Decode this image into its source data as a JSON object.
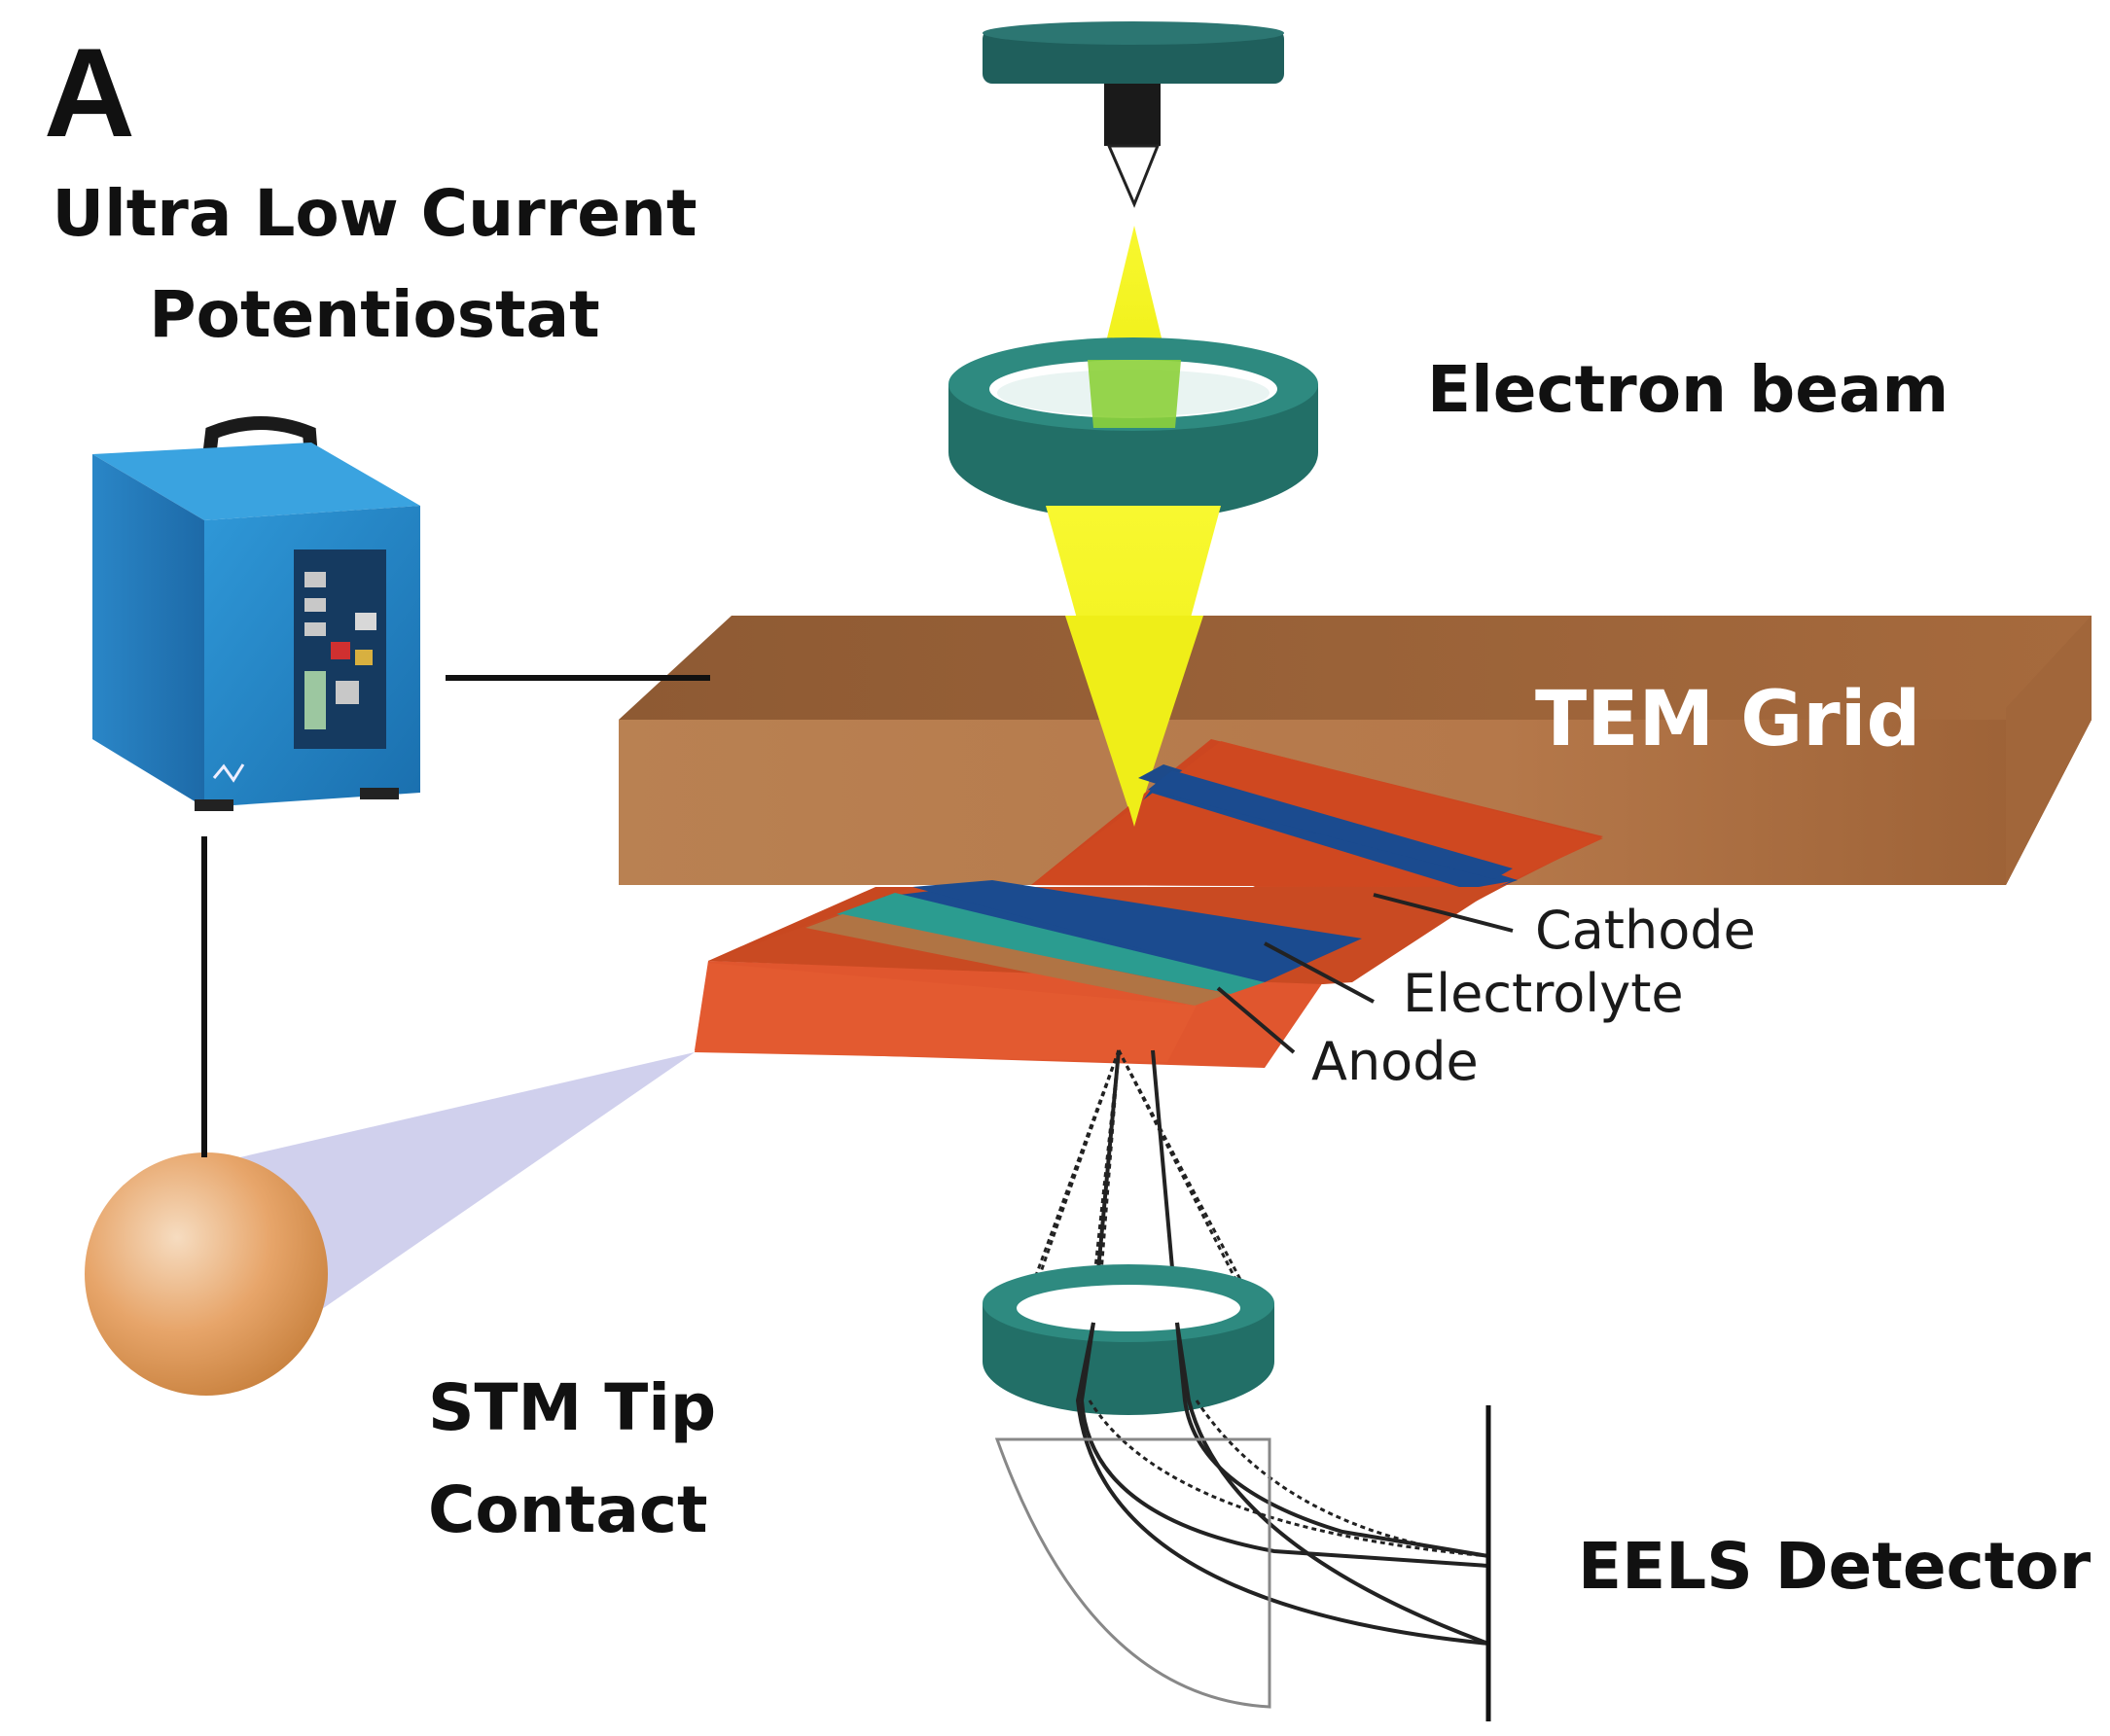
{
  "panel_letter": "A",
  "labels": {
    "potentiostat": [
      "Ultra Low Current",
      "Potentiostat"
    ],
    "electron_beam": "Electron beam",
    "tem_grid": "TEM Grid",
    "cathode": "Cathode",
    "electrolyte": "Electrolyte",
    "anode": "Anode",
    "stm_tip": [
      "STM Tip",
      "Contact"
    ],
    "eels_detector": "EELS Detector"
  },
  "colors": {
    "lens": "#2a8a7c",
    "beam": "#f2f21a",
    "tem_grid": "#b57a4a",
    "cathode": "#d04b23",
    "electrolyte": "#1a4a8c",
    "anode_band": "#2fa89a",
    "potentiostat": "#1f7fc4",
    "stm_tip": "#e0924a"
  }
}
